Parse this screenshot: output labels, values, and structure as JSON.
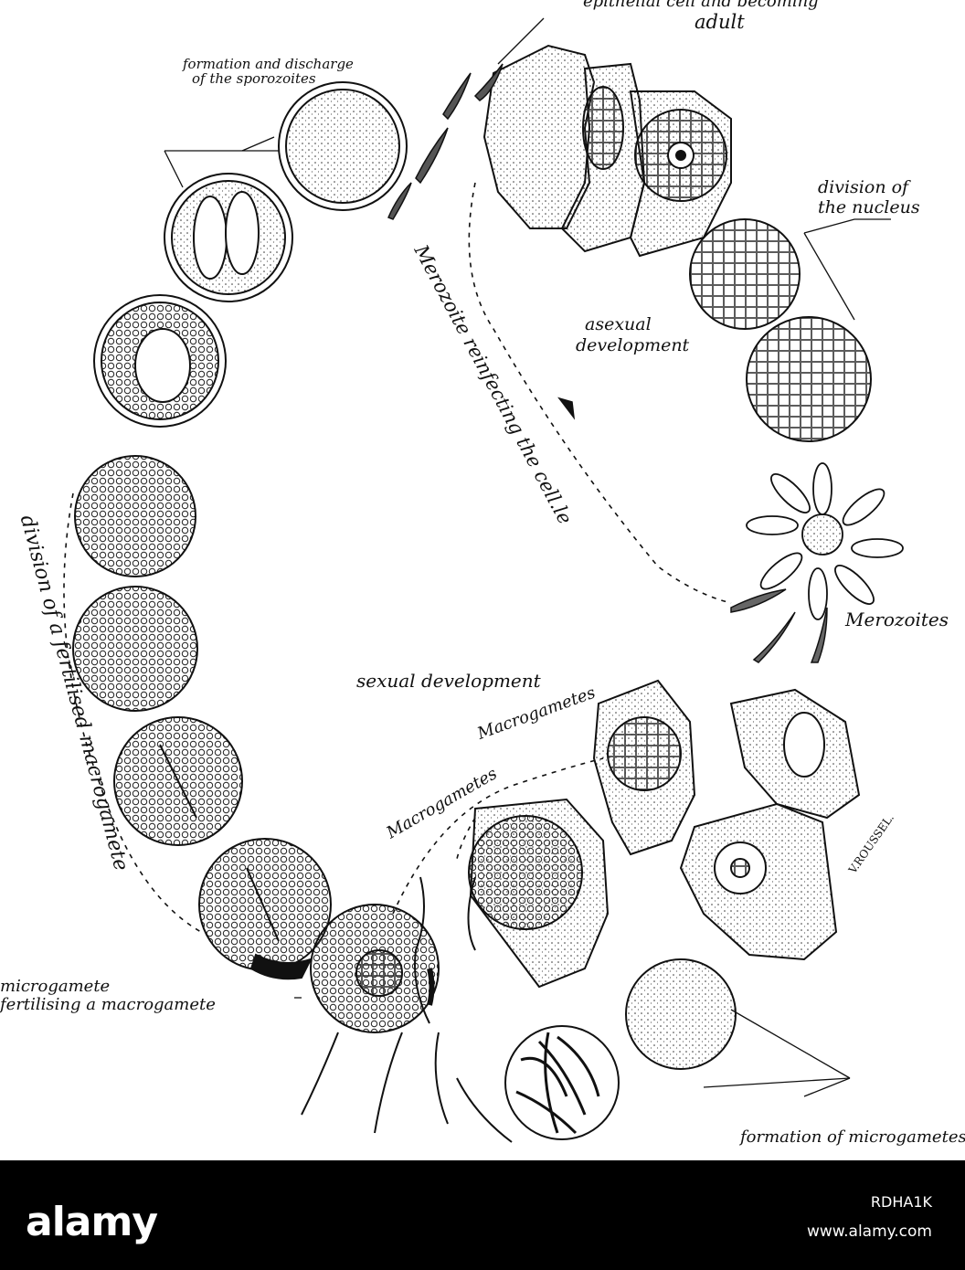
{
  "labels": {
    "epithelial_top": "epithelial cell and becoming",
    "adult": "adult",
    "formation_discharge_1": "formation and discharge",
    "formation_discharge_2": "of the sporozoites",
    "division_nucleus_1": "division of",
    "division_nucleus_2": "the nucleus",
    "asexual_1": "asexual",
    "asexual_2": "development",
    "merozoite_reinfecting": "Merozoite reinfecting the cell.le",
    "merozoites": "Merozoites",
    "sexual_development": "sexual development",
    "macrogametes_1": "Macrogametes",
    "macrogametes_2": "Macrogametes",
    "division_fertilised": "division of a fertilised macrogamete",
    "microgamete_1": "microgamete",
    "microgamete_2": "fertilising a macrogamete",
    "formation_microgametes": "formation of microgametes",
    "signature": "V.ROUSSEL."
  },
  "watermark": {
    "logo": "alamy",
    "id": "RDHA1K",
    "site": "www.alamy.com"
  }
}
